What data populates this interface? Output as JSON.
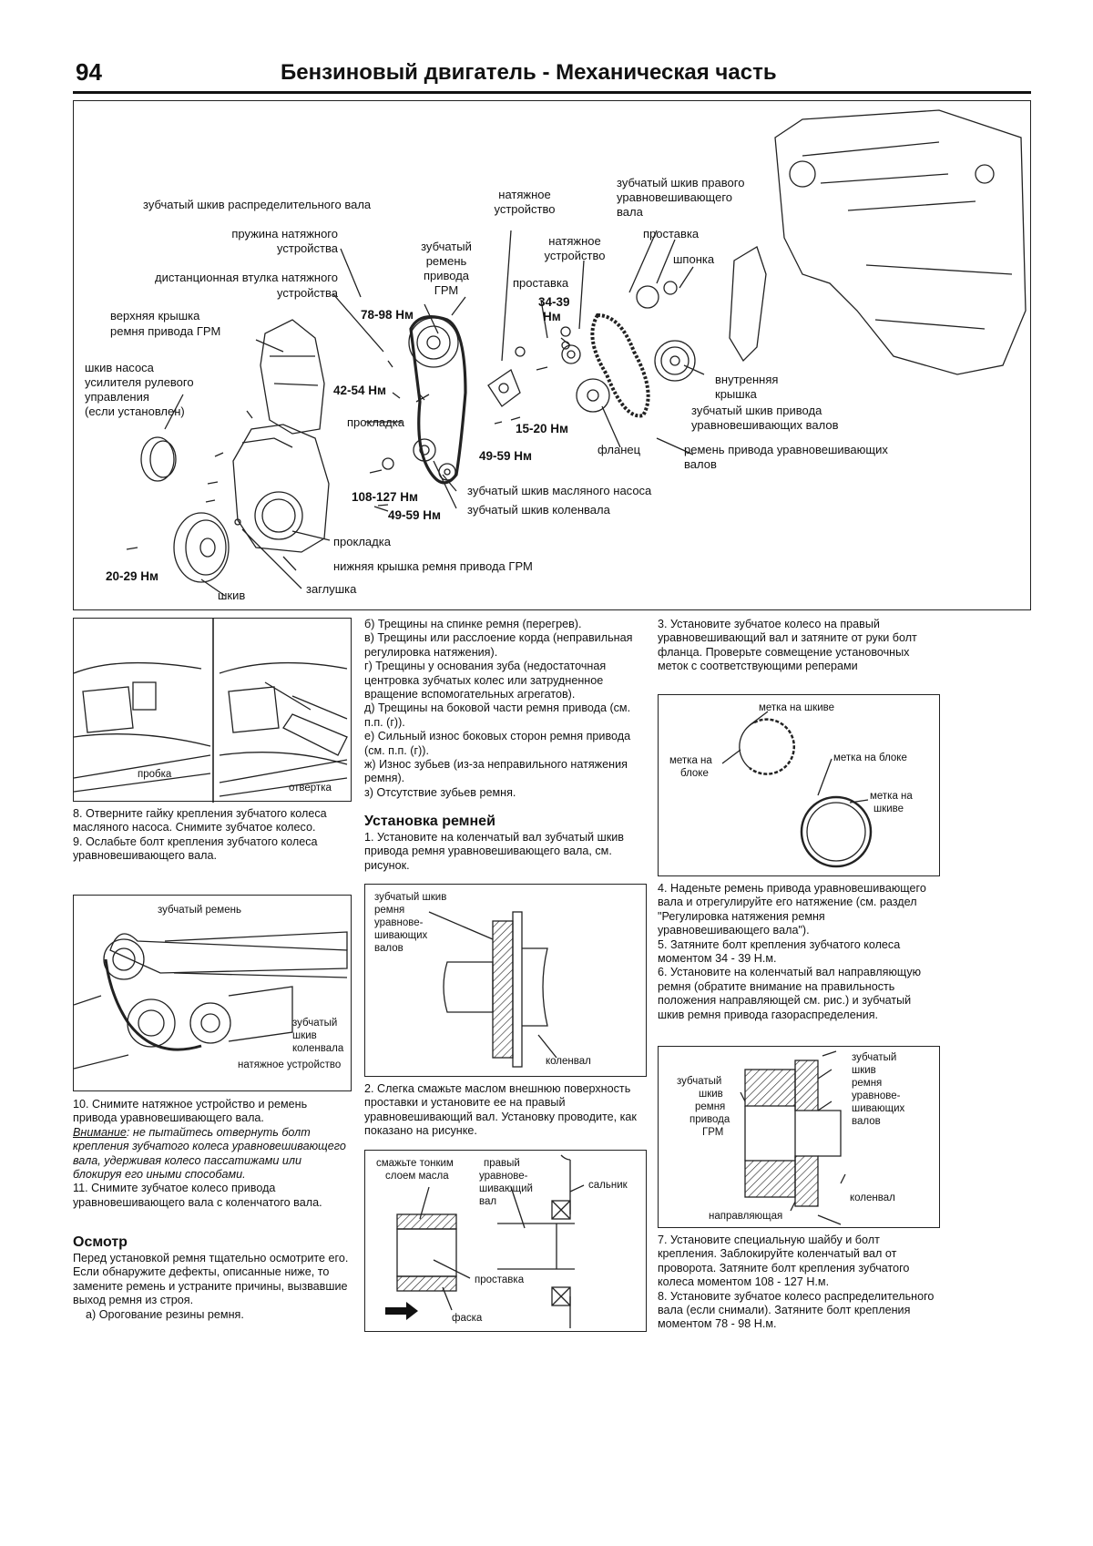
{
  "header": {
    "page_number": "94",
    "title": "Бензиновый двигатель - Механическая часть"
  },
  "main_diagram": {
    "labels": {
      "cam_pulley": "зубчатый шкив распределительного вала",
      "tensioner_spring_1": "пружина натяжного",
      "tensioner_spring_2": "устройства",
      "spacer_sleeve_1": "дистанционная втулка натяжного",
      "spacer_sleeve_2": "устройства",
      "upper_cover_1": "верхняя крышка",
      "upper_cover_2": "ремня привода ГРМ",
      "ps_pulley_1": "шкив насоса",
      "ps_pulley_2": "усилителя рулевого",
      "ps_pulley_3": "управления",
      "ps_pulley_4": "(если установлен)",
      "timing_belt_1": "зубчатый",
      "timing_belt_2": "ремень",
      "timing_belt_3": "привода",
      "timing_belt_4": "ГРМ",
      "tensioner_a_1": "натяжное",
      "tensioner_a_2": "устройство",
      "tensioner_b_1": "натяжное",
      "tensioner_b_2": "устройство",
      "spacer_mid": "проставка",
      "right_balance_1": "зубчатый шкив правого",
      "right_balance_2": "уравновешивающего",
      "right_balance_3": "вала",
      "spacer_right": "проставка",
      "key": "шпонка",
      "inner_cover_1": "внутренняя",
      "inner_cover_2": "крышка",
      "balance_drive_pulley_1": "зубчатый шкив привода",
      "balance_drive_pulley_2": "уравновешивающих валов",
      "balance_belt_1": "ремень привода уравновешивающих",
      "balance_belt_2": "валов",
      "flange": "фланец",
      "gasket_upper": "прокладка",
      "oil_pump_pulley": "зубчатый шкив масляного насоса",
      "crank_pulley": "зубчатый шкив коленвала",
      "gasket_lower": "прокладка",
      "lower_cover": "нижняя крышка ремня привода ГРМ",
      "plug": "заглушка",
      "pulley": "шкив"
    },
    "torques": {
      "t1": "78-98 Нм",
      "t2": "42-54 Нм",
      "t3": "34-39",
      "t3b": "Нм",
      "t4": "15-20 Нм",
      "t5": "49-59 Нм",
      "t6": "108-127 Нм",
      "t7": "49-59 Нм",
      "t8": "20-29 Нм"
    }
  },
  "fig_plug": {
    "left_label": "пробка",
    "right_label": "отвертка"
  },
  "col1": {
    "step8": "8. Отверните гайку крепления зубчатого колеса масляного насоса. Снимите зубчатое колесо.",
    "step9": "9. Ослабьте болт крепления зубчатого колеса уравновешивающего вала.",
    "fig_labels": {
      "belt": "зубчатый ремень",
      "pulley_1": "зубчатый",
      "pulley_2": "шкив",
      "pulley_3": "коленвала",
      "tensioner": "натяжное устройство"
    },
    "step10": "10. Снимите натяжное устройство и ремень привода уравновешивающего вала.",
    "warning_label": "Внимание",
    "warning_text": ": не пытайтесь отвернуть болт крепления зубчатого колеса уравновешивающего вала, удерживая колесо пассатижами или блокируя его иными способами.",
    "step11": "11. Снимите зубчатое колесо привода уравновешивающего вала с коленчатого вала.",
    "section_inspection": "Осмотр",
    "inspection_text": "Перед установкой ремня тщательно осмотрите его. Если обнаружите дефекты, описанные ниже, то замените ремень и устраните причины, вызвавшие выход ремня из строя.",
    "item_a": "а) Орогование резины ремня."
  },
  "col2": {
    "item_b": "б) Трещины на спинке ремня (перегрев).",
    "item_v": "в) Трещины или расслоение корда (неправильная регулировка натяжения).",
    "item_g": "г) Трещины у основания зуба (недостаточная центровка зубчатых колес или затрудненное вращение вспомогательных агрегатов).",
    "item_d": "д) Трещины на боковой части ремня привода (см. п.п. (г)).",
    "item_e": "е) Сильный износ боковых сторон ремня привода (см. п.п. (г)).",
    "item_zh": "ж) Износ зубьев (из-за неправильного натяжения ремня).",
    "item_z": "з) Отсутствие зубьев ремня.",
    "section_install": "Установка ремней",
    "step1": "1. Установите на коленчатый вал зубчатый шкив привода ремня уравновешивающего вала, см. рисунок.",
    "fig1_labels": {
      "l1": "зубчатый шкив",
      "l2": "ремня",
      "l3": "уравнове-",
      "l4": "шивающих",
      "l5": "валов",
      "crank": "коленвал"
    },
    "step2": "2. Слегка смажьте маслом внешнюю поверхность проставки и установите ее на правый уравновешивающий вал. Установку проводите, как показано на рисунке.",
    "fig2_labels": {
      "oil_1": "смажьте тонким",
      "oil_2": "слоем масла",
      "shaft_1": "правый",
      "shaft_2": "уравнове-",
      "shaft_3": "шивающий",
      "shaft_4": "вал",
      "seal": "сальник",
      "spacer": "проставка",
      "chamfer": "фаска"
    }
  },
  "col3": {
    "step3": "3. Установите зубчатое колесо на правый уравновешивающий вал и затяните от руки болт фланца. Проверьте совмещение установочных меток с соответствующими реперами",
    "fig_marks": {
      "mark_pulley_top": "метка на шкиве",
      "mark_block_left_1": "метка на",
      "mark_block_left_2": "блоке",
      "mark_block_right": "метка на блоке",
      "mark_pulley_right_1": "метка на",
      "mark_pulley_right_2": "шкиве"
    },
    "step4": "4. Наденьте ремень привода уравновешивающего вала и отрегулируйте его натяжение (см. раздел \"Регулировка натяжения ремня уравновешивающего вала\").",
    "step5": "5. Затяните болт крепления зубчатого колеса моментом 34 - 39 Н.м.",
    "step6": "6. Установите на коленчатый вал направляющую ремня (обратите внимание на правильность положения направляющей см. рис.) и зубчатый шкив ремня привода газораспределения.",
    "fig3_labels": {
      "left_1": "зубчатый",
      "left_2": "шкив",
      "left_3": "ремня",
      "left_4": "привода",
      "left_5": "ГРМ",
      "right_1": "зубчатый",
      "right_2": "шкив",
      "right_3": "ремня",
      "right_4": "уравнове-",
      "right_5": "шивающих",
      "right_6": "валов",
      "crank": "коленвал",
      "guide": "направляющая"
    },
    "step7": "7. Установите специальную шайбу и болт крепления. Заблокируйте коленчатый вал от проворота. Затяните болт крепления зубчатого колеса моментом 108 - 127 Н.м.",
    "step8": "8. Установите зубчатое колесо распределительного вала (если снимали). Затяните болт крепления моментом 78 - 98 Н.м."
  }
}
